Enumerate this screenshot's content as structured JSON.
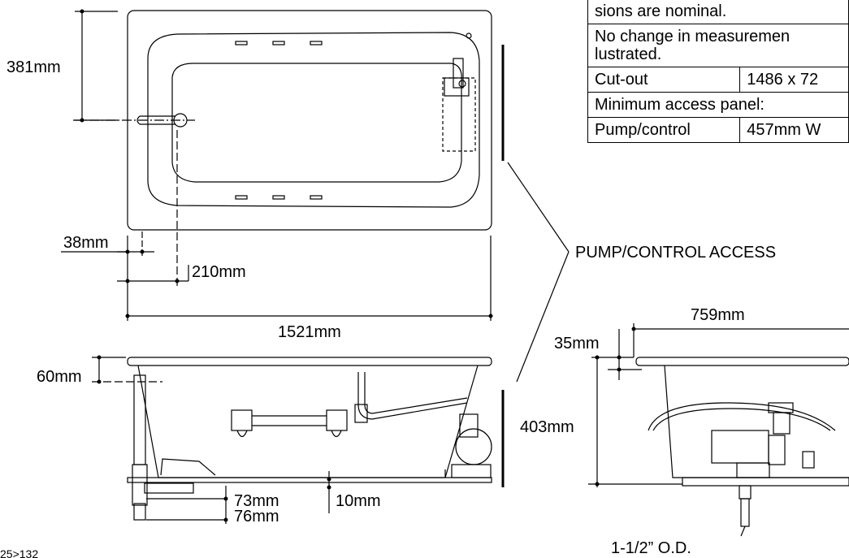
{
  "specs_table": {
    "row1": "sions are nominal.",
    "row2": "No change in measuremen lustrated.",
    "row3_label": "Cut-out",
    "row3_value": "1486 x 72",
    "row4": "Minimum access panel:",
    "row5_label": "Pump/control",
    "row5_value": "457mm W"
  },
  "top_view": {
    "width_381": "381mm",
    "offset_38": "38mm",
    "offset_210": "210mm",
    "length_1521": "1521mm"
  },
  "side_view": {
    "rim_60": "60mm",
    "drain_73": "73mm",
    "drain_76": "76mm",
    "base_10": "10mm"
  },
  "callout": {
    "pump_access": "PUMP/CONTROL ACCESS"
  },
  "end_view": {
    "width_759": "759mm",
    "rim_35": "35mm",
    "height_403": "403mm",
    "pipe_od": "1-1/2” O.D."
  },
  "footer_code": "25>132"
}
